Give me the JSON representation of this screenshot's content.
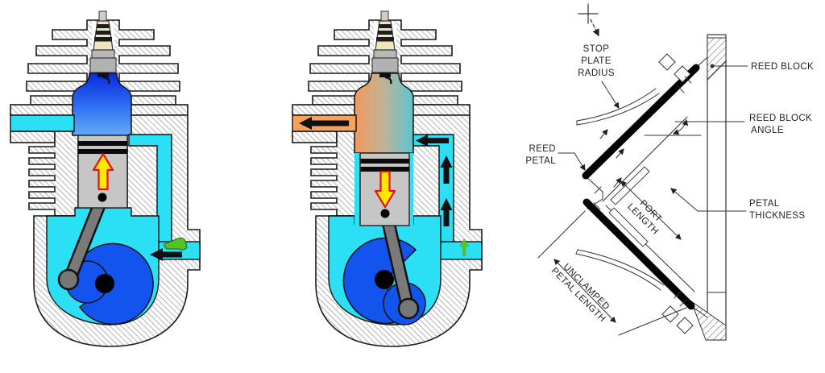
{
  "figure": {
    "description": "Two-stroke engine cycle cross-sections (compression/intake stroke and exhaust/transfer stroke) beside a reed-valve engineering drawing"
  },
  "colors": {
    "mixture_cyan": "#2BDFF5",
    "crank_blue": "#1353EE",
    "chamber_blue_top": "#0A2AE0",
    "chamber_blue_bottom": "#64AAF5",
    "exhaust_orange": "#F7A15F",
    "exhaust_teal": "#5AC6CF",
    "piston_gray": "#C6C6C6",
    "piston_land_gray": "#CDCDCD",
    "rod_gray": "#7A7A7A",
    "reed_green": "#55C22A",
    "arrow_yellow": "#FFE800",
    "arrow_red_outline": "#E81111",
    "flow_arrow_black": "#111111",
    "line_black": "#1A1A1A"
  },
  "panels": {
    "compression_stroke": {
      "name": "two-stroke engine - compression / crankcase intake",
      "piston_arrow": "up",
      "intake_flow_arrow": "left"
    },
    "exhaust_stroke": {
      "name": "two-stroke engine - exhaust / transfer",
      "piston_arrow": "down",
      "exhaust_flow_arrow": "left",
      "transfer_flow_arrows": "up"
    },
    "reed_valve": {
      "name": "reed valve assembly drawing",
      "labels": {
        "stop_plate_radius": [
          "STOP",
          "PLATE",
          "RADIUS"
        ],
        "reed_block": "REED BLOCK",
        "reed_block_angle": [
          "REED BLOCK",
          "ANGLE"
        ],
        "reed_petal": [
          "REED",
          "PETAL"
        ],
        "port_length": [
          "PORT",
          "LENGTH"
        ],
        "petal_thickness": [
          "PETAL",
          "THICKNESS"
        ],
        "unclamped_petal_length": [
          "UNCLAMPED",
          "PETAL LENGTH"
        ]
      }
    }
  }
}
